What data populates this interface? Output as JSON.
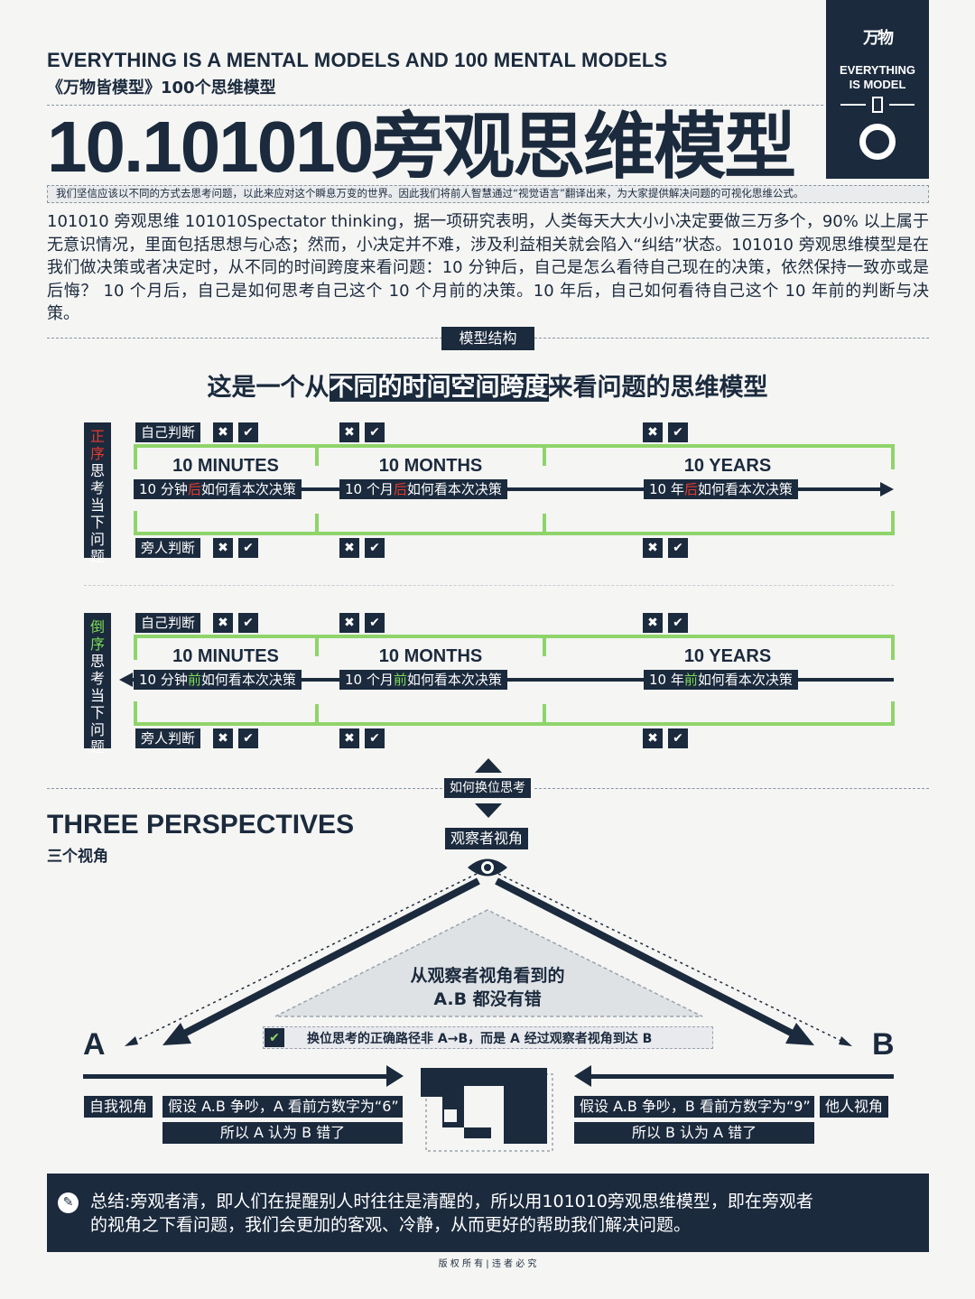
{
  "header": {
    "en_title": "EVERYTHING IS A MENTAL MODELS AND 100 MENTAL MODELS",
    "cn_subtitle": "《万物皆模型》100个思维模型",
    "main_title": "10.101010旁观思维模型",
    "motto": "我们坚信应该以不同的方式去思考问题，以此来应对这个瞬息万变的世界。因此我们将前人智慧通过“视觉语言”翻译出来，为大家提供解决问题的可视化思维公式。"
  },
  "logo": {
    "glyph": "万物",
    "text_line1": "EVERYTHING",
    "text_line2": "IS MODEL"
  },
  "intro": "101010 旁观思维 101010Spectator thinking，据一项研究表明，人类每天大大小小决定要做三万多个，90% 以上属于无意识情况，里面包括思想与心态；然而，小决定并不难，涉及利益相关就会陷入“纠结”状态。101010 旁观思维模型是在我们做决策或者决定时，从不同的时间跨度来看问题：10 分钟后，自己是怎么看待自己现在的决策，依然保持一致亦或是后悔？ 10 个月后，自己是如何思考自己这个 10 个月前的决策。10 年后，自己如何看待自己这个 10 年前的判断与决策。",
  "section_badge": "模型结构",
  "structure_heading": {
    "pre": "这是一个从",
    "highlight": "不同的时间空间跨度",
    "post": "来看问题的思维模型"
  },
  "forward": {
    "side_red": "正序",
    "side_rest": "思考当下问题",
    "self_judge": "自己判断",
    "other_judge": "旁人判断",
    "periods": [
      "10 MINUTES",
      "10 MONTHS",
      "10 YEARS"
    ],
    "labels": [
      {
        "pre": "10 分钟",
        "mid": "后",
        "post": "如何看本次决策"
      },
      {
        "pre": "10 个月",
        "mid": "后",
        "post": "如何看本次决策"
      },
      {
        "pre": "10 年",
        "mid": "后",
        "post": "如何看本次决策"
      }
    ]
  },
  "reverse": {
    "side_red": "倒序",
    "side_rest": "思考当下问题",
    "self_judge": "自己判断",
    "other_judge": "旁人判断",
    "periods": [
      "10 MINUTES",
      "10 MONTHS",
      "10 YEARS"
    ],
    "labels": [
      {
        "pre": "10 分钟",
        "mid": "前",
        "post": "如何看本次决策"
      },
      {
        "pre": "10 个月",
        "mid": "前",
        "post": "如何看本次决策"
      },
      {
        "pre": "10 年",
        "mid": "前",
        "post": "如何看本次决策"
      }
    ]
  },
  "marks": {
    "x": "✖",
    "check": "✔"
  },
  "switch_badge": "如何换位思考",
  "perspectives": {
    "title": "THREE PERSPECTIVES",
    "subtitle": "三个视角",
    "observer_badge": "观察者视角",
    "observer_text_1": "从观察者视角看到的",
    "observer_text_2": "A.B 都没有错",
    "correct_path": "换位思考的正确路径非 A→B，而是 A 经过观察者视角到达 B",
    "a": "A",
    "b": "B",
    "self_view": "自我视角",
    "a_assume": "假设 A.B 争吵，A 看前方数字为“6”",
    "a_result": "所以 A 认为 B 错了",
    "other_view": "他人视角",
    "b_assume": "假设 A.B 争吵，B 看前方数字为“9”",
    "b_result": "所以 B 认为 A 错了"
  },
  "summary": {
    "line1": "总结:旁观者清，即人们在提醒别人时往往是清醒的，所以用101010旁观思维模型，即在旁观者",
    "line2": "的视角之下看问题，我们会更加的客观、冷静，从而更好的帮助我们解决问题。"
  },
  "footer": "版 权 所 有  |  违 者 必 究",
  "colors": {
    "navy": "#1b2a3d",
    "green": "#8fd46a",
    "red": "#e23b2e",
    "bg": "#f5f5f3"
  }
}
